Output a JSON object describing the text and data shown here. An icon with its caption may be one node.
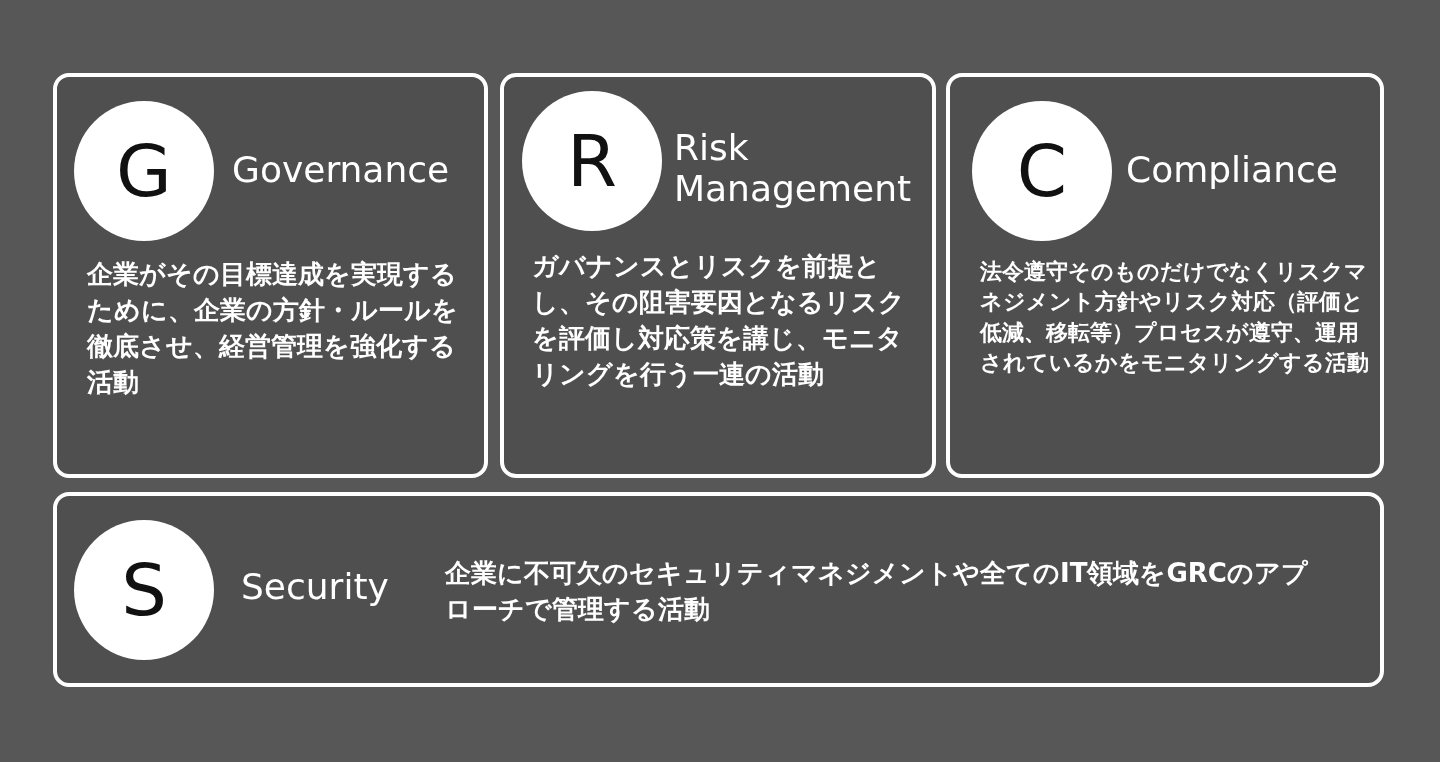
{
  "diagram": {
    "nodes": [
      {
        "text": [
          "Governance",
          "企業がその目標達成を実現するために、企業の方針・ルールを徹底させ、経営管理を強化する活動"
        ]
      },
      {
        "text": [
          "G"
        ],
        "in": 0
      },
      {
        "text": [
          "Risk Management",
          "ガバナンスとリスクを前提とし、その阻害要因となるリスクを評価し対応策を講じ、モニタリングを行う一連の活動"
        ]
      },
      {
        "text": [
          "R"
        ],
        "in": 2
      },
      {
        "text": [
          "Compliance",
          "法令遵守そのものだけでなくリスクマネジメント方針やリスク対応（評価と低減、移転等）プロセスが遵守、運用されているかをモニタリングする活動"
        ]
      },
      {
        "text": [
          "C"
        ],
        "in": 4
      },
      {
        "text": [
          "Security",
          "企業に不可欠のセキュリティマネジメントや全てのIT領域をGRCのアプローチで管理する活動"
        ]
      },
      {
        "text": [
          "S"
        ],
        "in": 6
      }
    ]
  }
}
